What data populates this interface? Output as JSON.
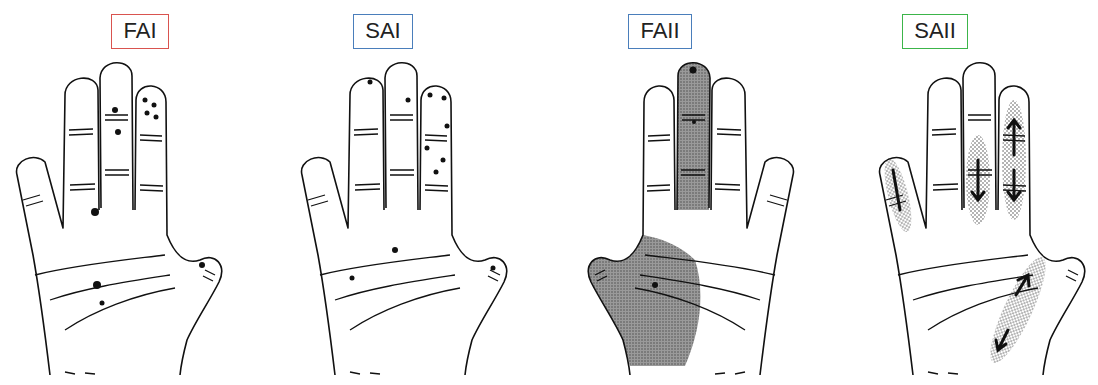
{
  "diagram": {
    "nodes": [
      {
        "text": [
          "FAI"
        ]
      },
      {
        "text": [
          "SAI"
        ]
      },
      {
        "text": [
          "FAII"
        ]
      },
      {
        "text": [
          "SAII"
        ]
      }
    ]
  }
}
